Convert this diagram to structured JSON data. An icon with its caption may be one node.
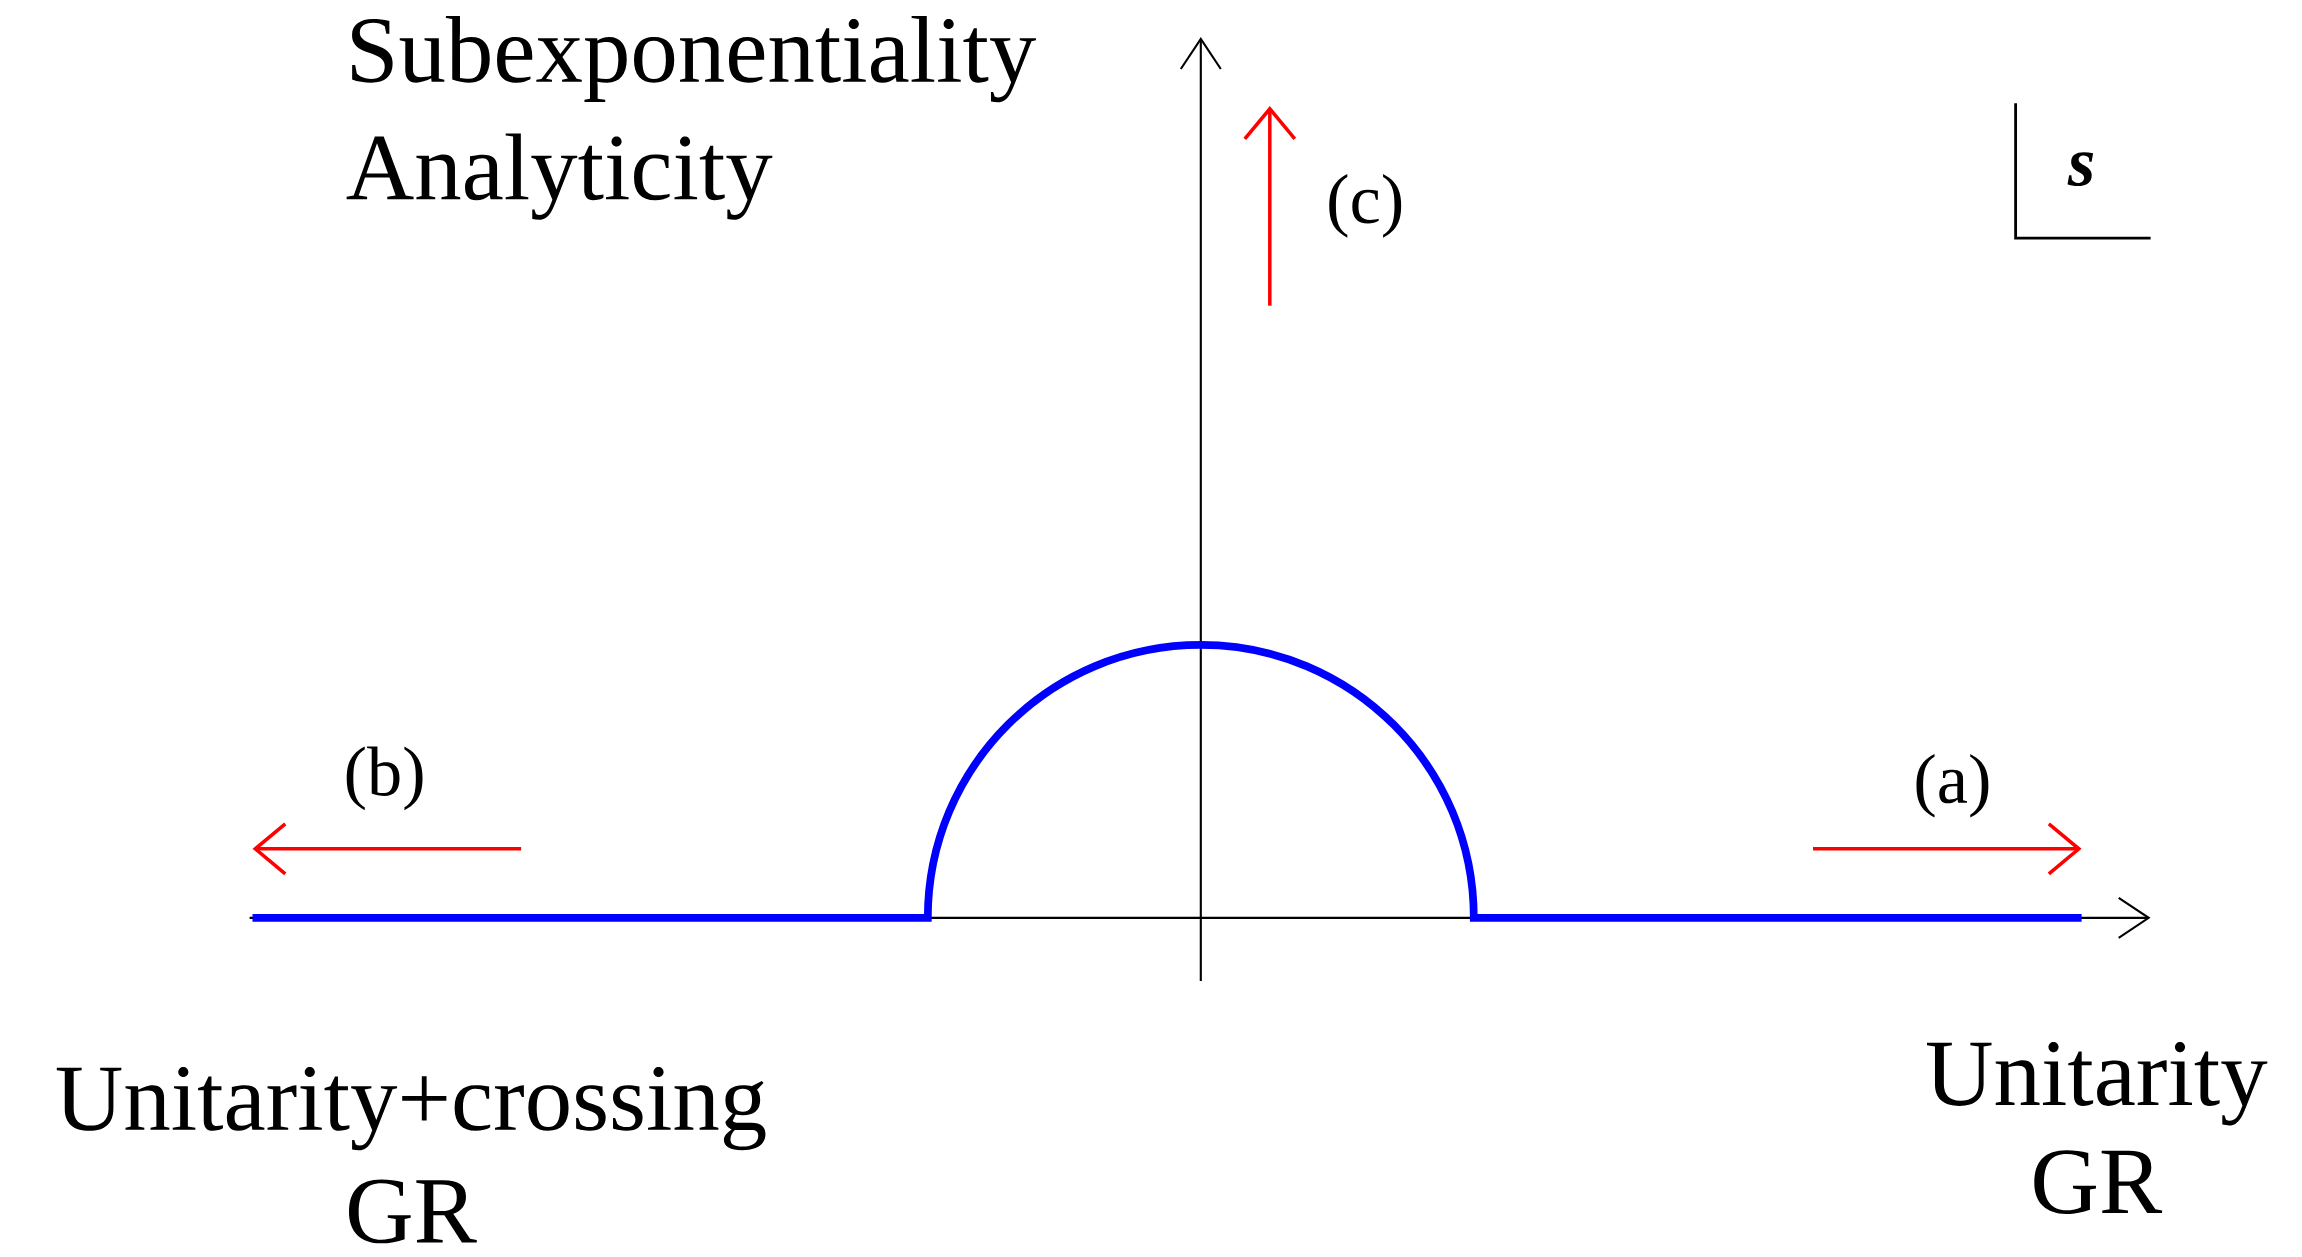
{
  "diagram": {
    "labels": [
      "Subexponentiality",
      "Analyticity",
      "(c)",
      "s",
      "(b)",
      "(a)",
      "Unitarity+crossing",
      "GR",
      "Unitarity",
      "GR"
    ]
  }
}
